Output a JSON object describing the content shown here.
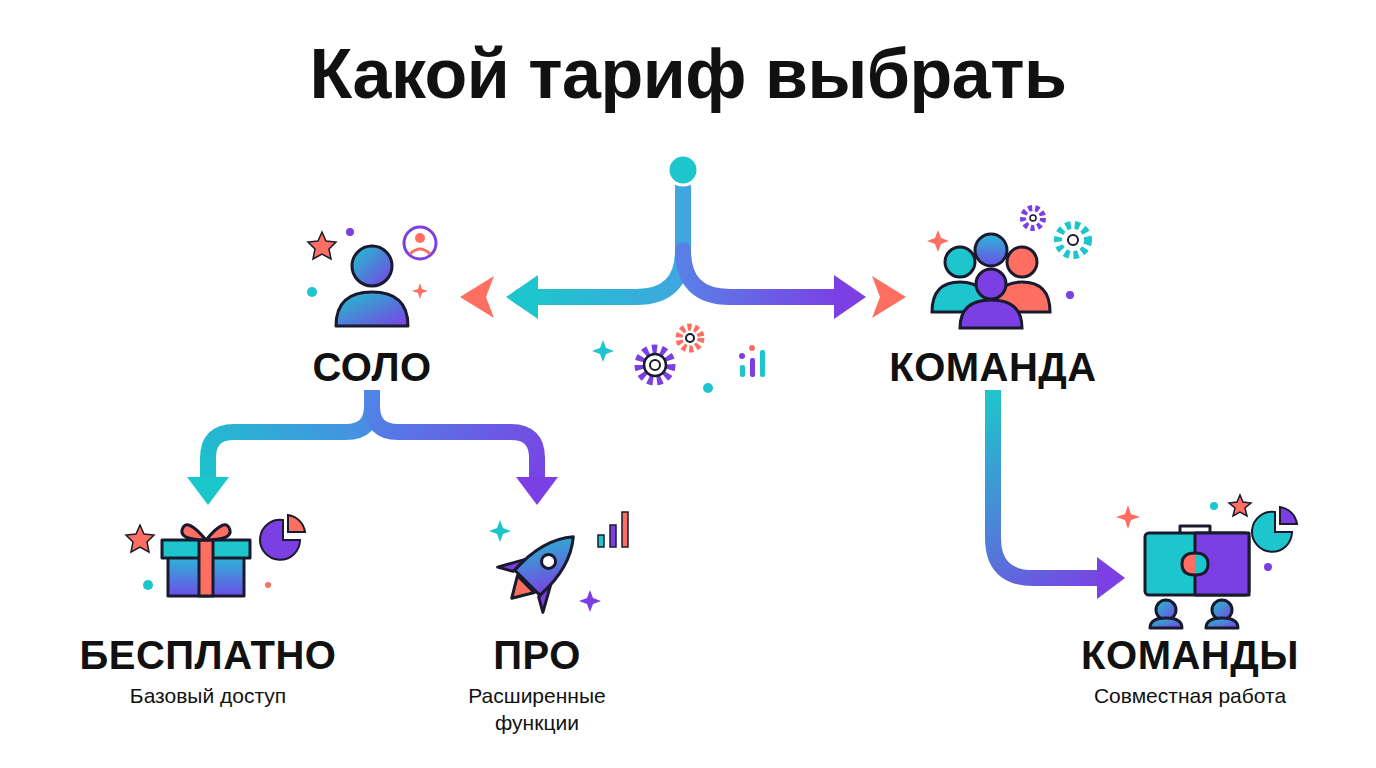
{
  "diagram": {
    "title": "Какой тариф выбрать",
    "nodes": [
      {
        "text": [
          "СОЛО"
        ]
      },
      {
        "text": [
          "КОМАНДА"
        ]
      },
      {
        "text": [
          "БЕСПЛАТНО",
          "Базовый доступ"
        ]
      },
      {
        "text": [
          "ПРО",
          "Расширенные функции"
        ]
      },
      {
        "text": [
          "КОМАНДЫ",
          "Совместная работа"
        ]
      }
    ],
    "edges": [
      {
        "from": 0,
        "to": 2,
        "arrow": "to"
      },
      {
        "from": 0,
        "to": 3,
        "arrow": "to"
      },
      {
        "from": 1,
        "to": 4,
        "arrow": "to"
      }
    ]
  }
}
